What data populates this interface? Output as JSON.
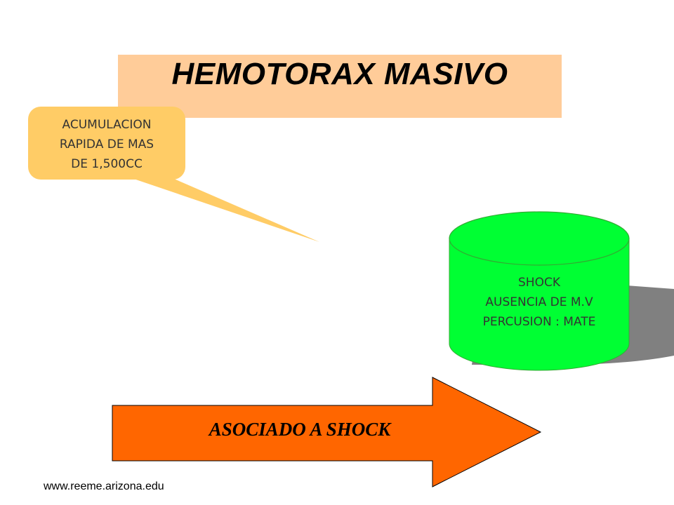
{
  "slide": {
    "title": "HEMOTORAX MASIVO",
    "callout": {
      "lines": [
        "ACUMULACION",
        "RAPIDA DE MAS",
        "DE 1,500CC"
      ]
    },
    "cylinder": {
      "lines": [
        "SHOCK",
        "AUSENCIA DE M.V",
        "PERCUSION : MATE"
      ]
    },
    "arrow": {
      "label": "ASOCIADO A SHOCK"
    },
    "footer": {
      "url": "www.reeme.arizona.edu"
    }
  },
  "colors": {
    "title_bg": "#ffcc99",
    "callout_fill": "#ffcc66",
    "cylinder_fill": "#00ff33",
    "cylinder_shadow": "#808080",
    "arrow_fill": "#ff6600"
  }
}
